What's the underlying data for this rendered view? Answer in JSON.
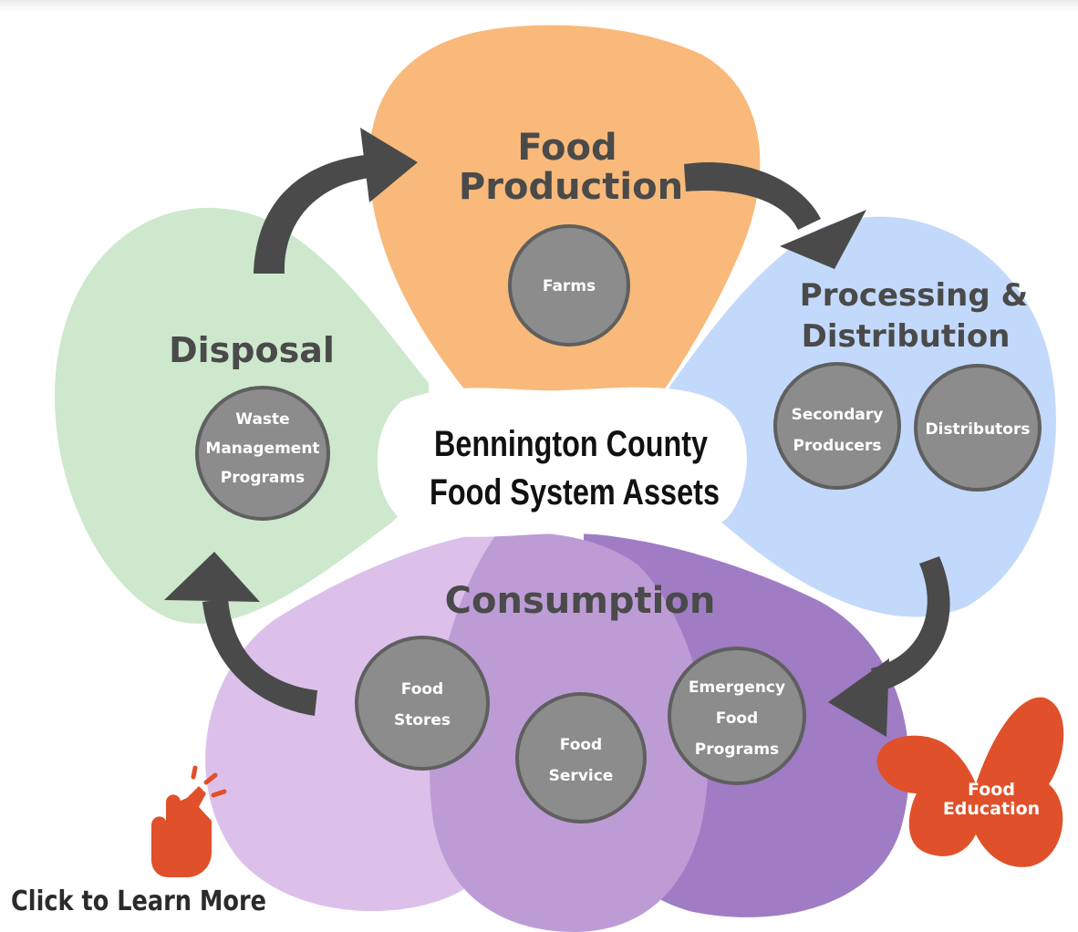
{
  "center_title_line1": "Bennington County",
  "center_title_line2": "Food System Assets",
  "sections": {
    "production": {
      "title_line1": "Food",
      "title_line2": "Production",
      "color": "#f8b97a",
      "nodes": {
        "farms": "Farms"
      }
    },
    "processing": {
      "title_line1": "Processing &",
      "title_line2": "Distribution",
      "color": "#c3d9fb",
      "nodes": {
        "secondary_line1": "Secondary",
        "secondary_line2": "Producers",
        "distributors": "Distributors"
      }
    },
    "consumption": {
      "title": "Consumption",
      "colors": [
        "#dcc0ea",
        "#bd9cd5",
        "#a07cc4"
      ],
      "nodes": {
        "stores_line1": "Food",
        "stores_line2": "Stores",
        "service_line1": "Food",
        "service_line2": "Service",
        "emergency_line1": "Emergency",
        "emergency_line2": "Food",
        "emergency_line3": "Programs"
      }
    },
    "disposal": {
      "title": "Disposal",
      "color": "#cde8cc",
      "nodes": {
        "waste_line1": "Waste",
        "waste_line2": "Management",
        "waste_line3": "Programs"
      }
    }
  },
  "food_education": {
    "line1": "Food",
    "line2": "Education",
    "color": "#e0502a"
  },
  "click_hint": "Click to Learn More",
  "hint_icon": "pointing-hand-icon",
  "arrow_color": "#4a4a4a",
  "node_color": "#8c8c8c"
}
